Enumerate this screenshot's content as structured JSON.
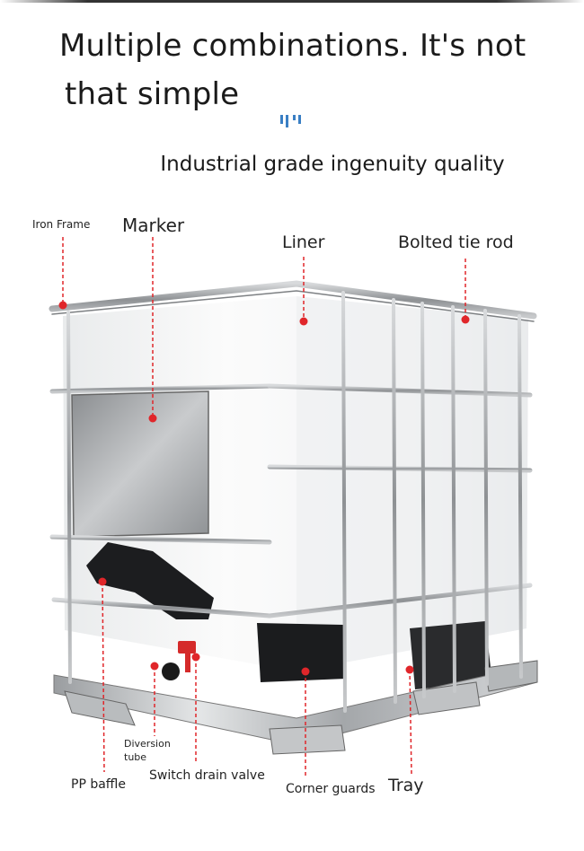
{
  "headline": {
    "line1": "Multiple combinations. It's not",
    "line2": "that simple"
  },
  "subtitle": "Industrial grade ingenuity quality",
  "accent_color": "#3a7fc4",
  "marker_color": "#e0262a",
  "labels": {
    "iron_frame": "Iron Frame",
    "marker": "Marker",
    "liner": "Liner",
    "bolted_tie_rod": "Bolted tie rod",
    "diversion_tube_line1": "Diversion",
    "diversion_tube_line2": "tube",
    "pp_baffle": "PP baffle",
    "switch_drain_valve": "Switch drain valve",
    "corner_guards": "Corner guards",
    "tray": "Tray"
  }
}
